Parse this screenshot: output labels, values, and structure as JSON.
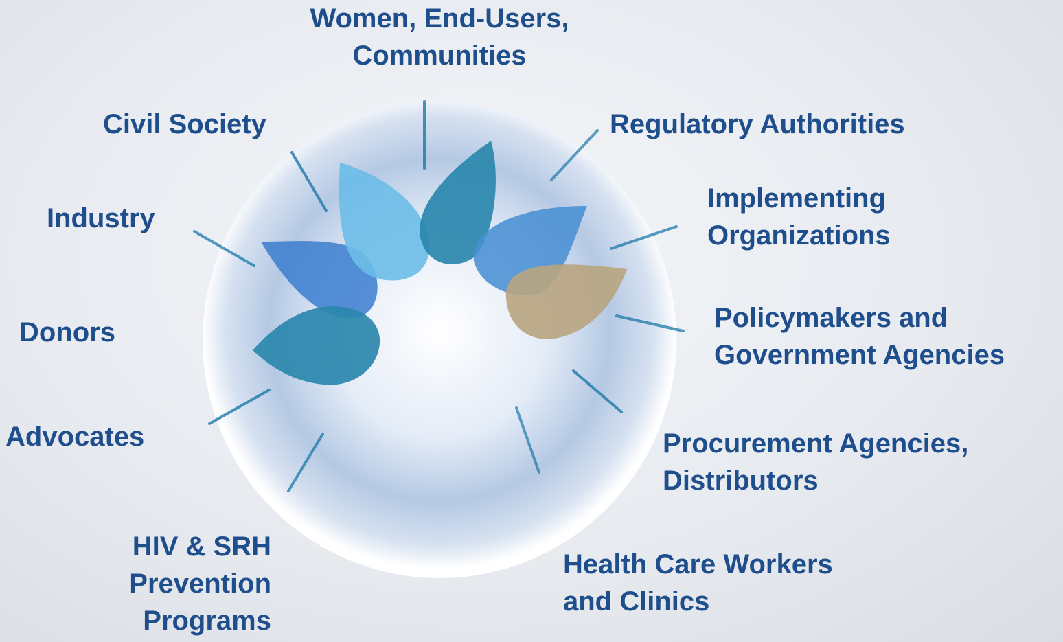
{
  "stakeholders": [
    {
      "id": "women",
      "lines": [
        "Women, End-Users,",
        "Communities"
      ]
    },
    {
      "id": "regulatory",
      "lines": [
        "Regulatory Authorities"
      ]
    },
    {
      "id": "implementing",
      "lines": [
        "Implementing",
        "Organizations"
      ]
    },
    {
      "id": "policymakers",
      "lines": [
        "Policymakers and",
        "Government Agencies"
      ]
    },
    {
      "id": "procurement",
      "lines": [
        "Procurement Agencies,",
        "Distributors"
      ]
    },
    {
      "id": "health",
      "lines": [
        "Health Care Workers",
        "and Clinics"
      ]
    },
    {
      "id": "hiv",
      "lines": [
        "HIV & SRH",
        "Prevention",
        "Programs"
      ]
    },
    {
      "id": "advocates",
      "lines": [
        "Advocates"
      ]
    },
    {
      "id": "donors",
      "lines": [
        "Donors"
      ]
    },
    {
      "id": "industry",
      "lines": [
        "Industry"
      ]
    },
    {
      "id": "civil",
      "lines": [
        "Civil Society"
      ]
    }
  ],
  "colors": {
    "label_text": "#1f4e8c",
    "connector": "#1e78a8",
    "petal_light_blue": "#6cbde8",
    "petal_teal": "#2e89b0",
    "petal_blue": "#4a8fd4",
    "petal_tan": "#b8a47f"
  }
}
